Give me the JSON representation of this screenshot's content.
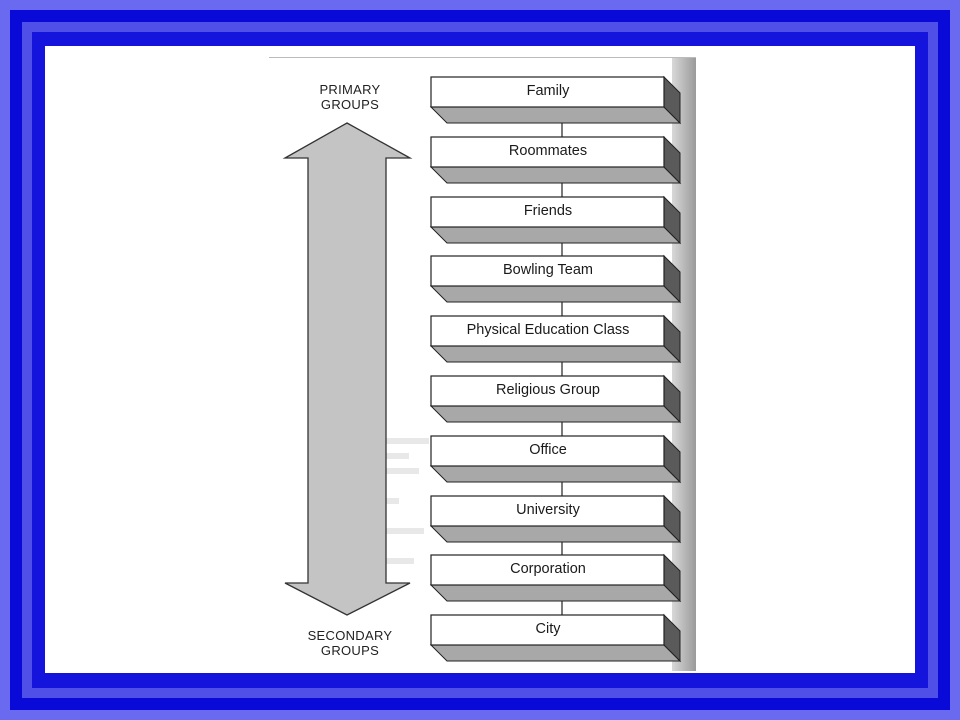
{
  "diagram": {
    "top_label_line1": "PRIMARY",
    "top_label_line2": "GROUPS",
    "bottom_label_line1": "SECONDARY",
    "bottom_label_line2": "GROUPS",
    "groups": [
      "Family",
      "Roommates",
      "Friends",
      "Bowling Team",
      "Physical Education Class",
      "Religious Group",
      "Office",
      "University",
      "Corporation",
      "City"
    ],
    "colors": {
      "outer_border": "#6a6af0",
      "inner_border": "#1414dc",
      "arrow_fill": "#c4c4c4",
      "box_face": "#ffffff",
      "box_bottom": "#a8a8a8",
      "box_side": "#5a5a5a"
    }
  }
}
